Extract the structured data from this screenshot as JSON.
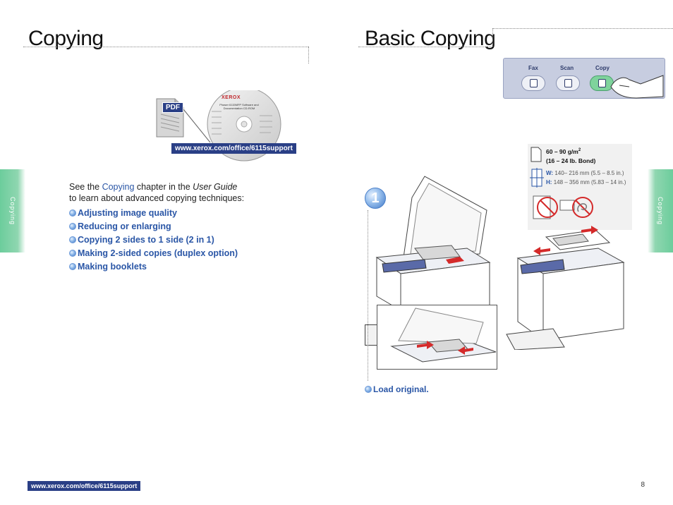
{
  "left": {
    "title": "Copying",
    "cd_url": "www.xerox.com/office/6115support",
    "pdf_label": "PDF",
    "cd_brand": "XEROX",
    "cd_title_line1": "Phaser 6115MFP Software and",
    "cd_title_line2": "Documentation CD-ROM",
    "intro_prefix": "See the ",
    "intro_link": "Copying",
    "intro_middle": " chapter in the ",
    "intro_guide": "User Guide",
    "intro_line2": "to learn about advanced copying techniques:",
    "bullets": [
      "Adjusting image quality",
      "Reducing or enlarging",
      "Copying 2 sides to 1 side (2 in 1)",
      "Making 2-sided copies (duplex option)",
      "Making booklets"
    ],
    "side_tab": "Copying"
  },
  "right": {
    "title": "Basic Copying",
    "panel": {
      "fax": "Fax",
      "scan": "Scan",
      "copy": "Copy"
    },
    "spec": {
      "weight": "60 – 90 g/m",
      "weight_sup": "2",
      "bond": "(16 – 24 lb. Bond)",
      "w_label": "W:",
      "w_value": "140– 216 mm (5.5 – 8.5 in.)",
      "h_label": "H:",
      "h_value": "148 – 356 mm (5.83 – 14 in.)"
    },
    "step_number": "1",
    "step_caption": "Load original.",
    "side_tab": "Copying"
  },
  "footer": {
    "url": "www.xerox.com/office/6115support",
    "page_number": "8"
  },
  "colors": {
    "accent_blue": "#2a56a6",
    "navy_bar": "#2a3f86",
    "tab_green": "#6ccd9c",
    "copy_button_green": "#7fd39c"
  }
}
